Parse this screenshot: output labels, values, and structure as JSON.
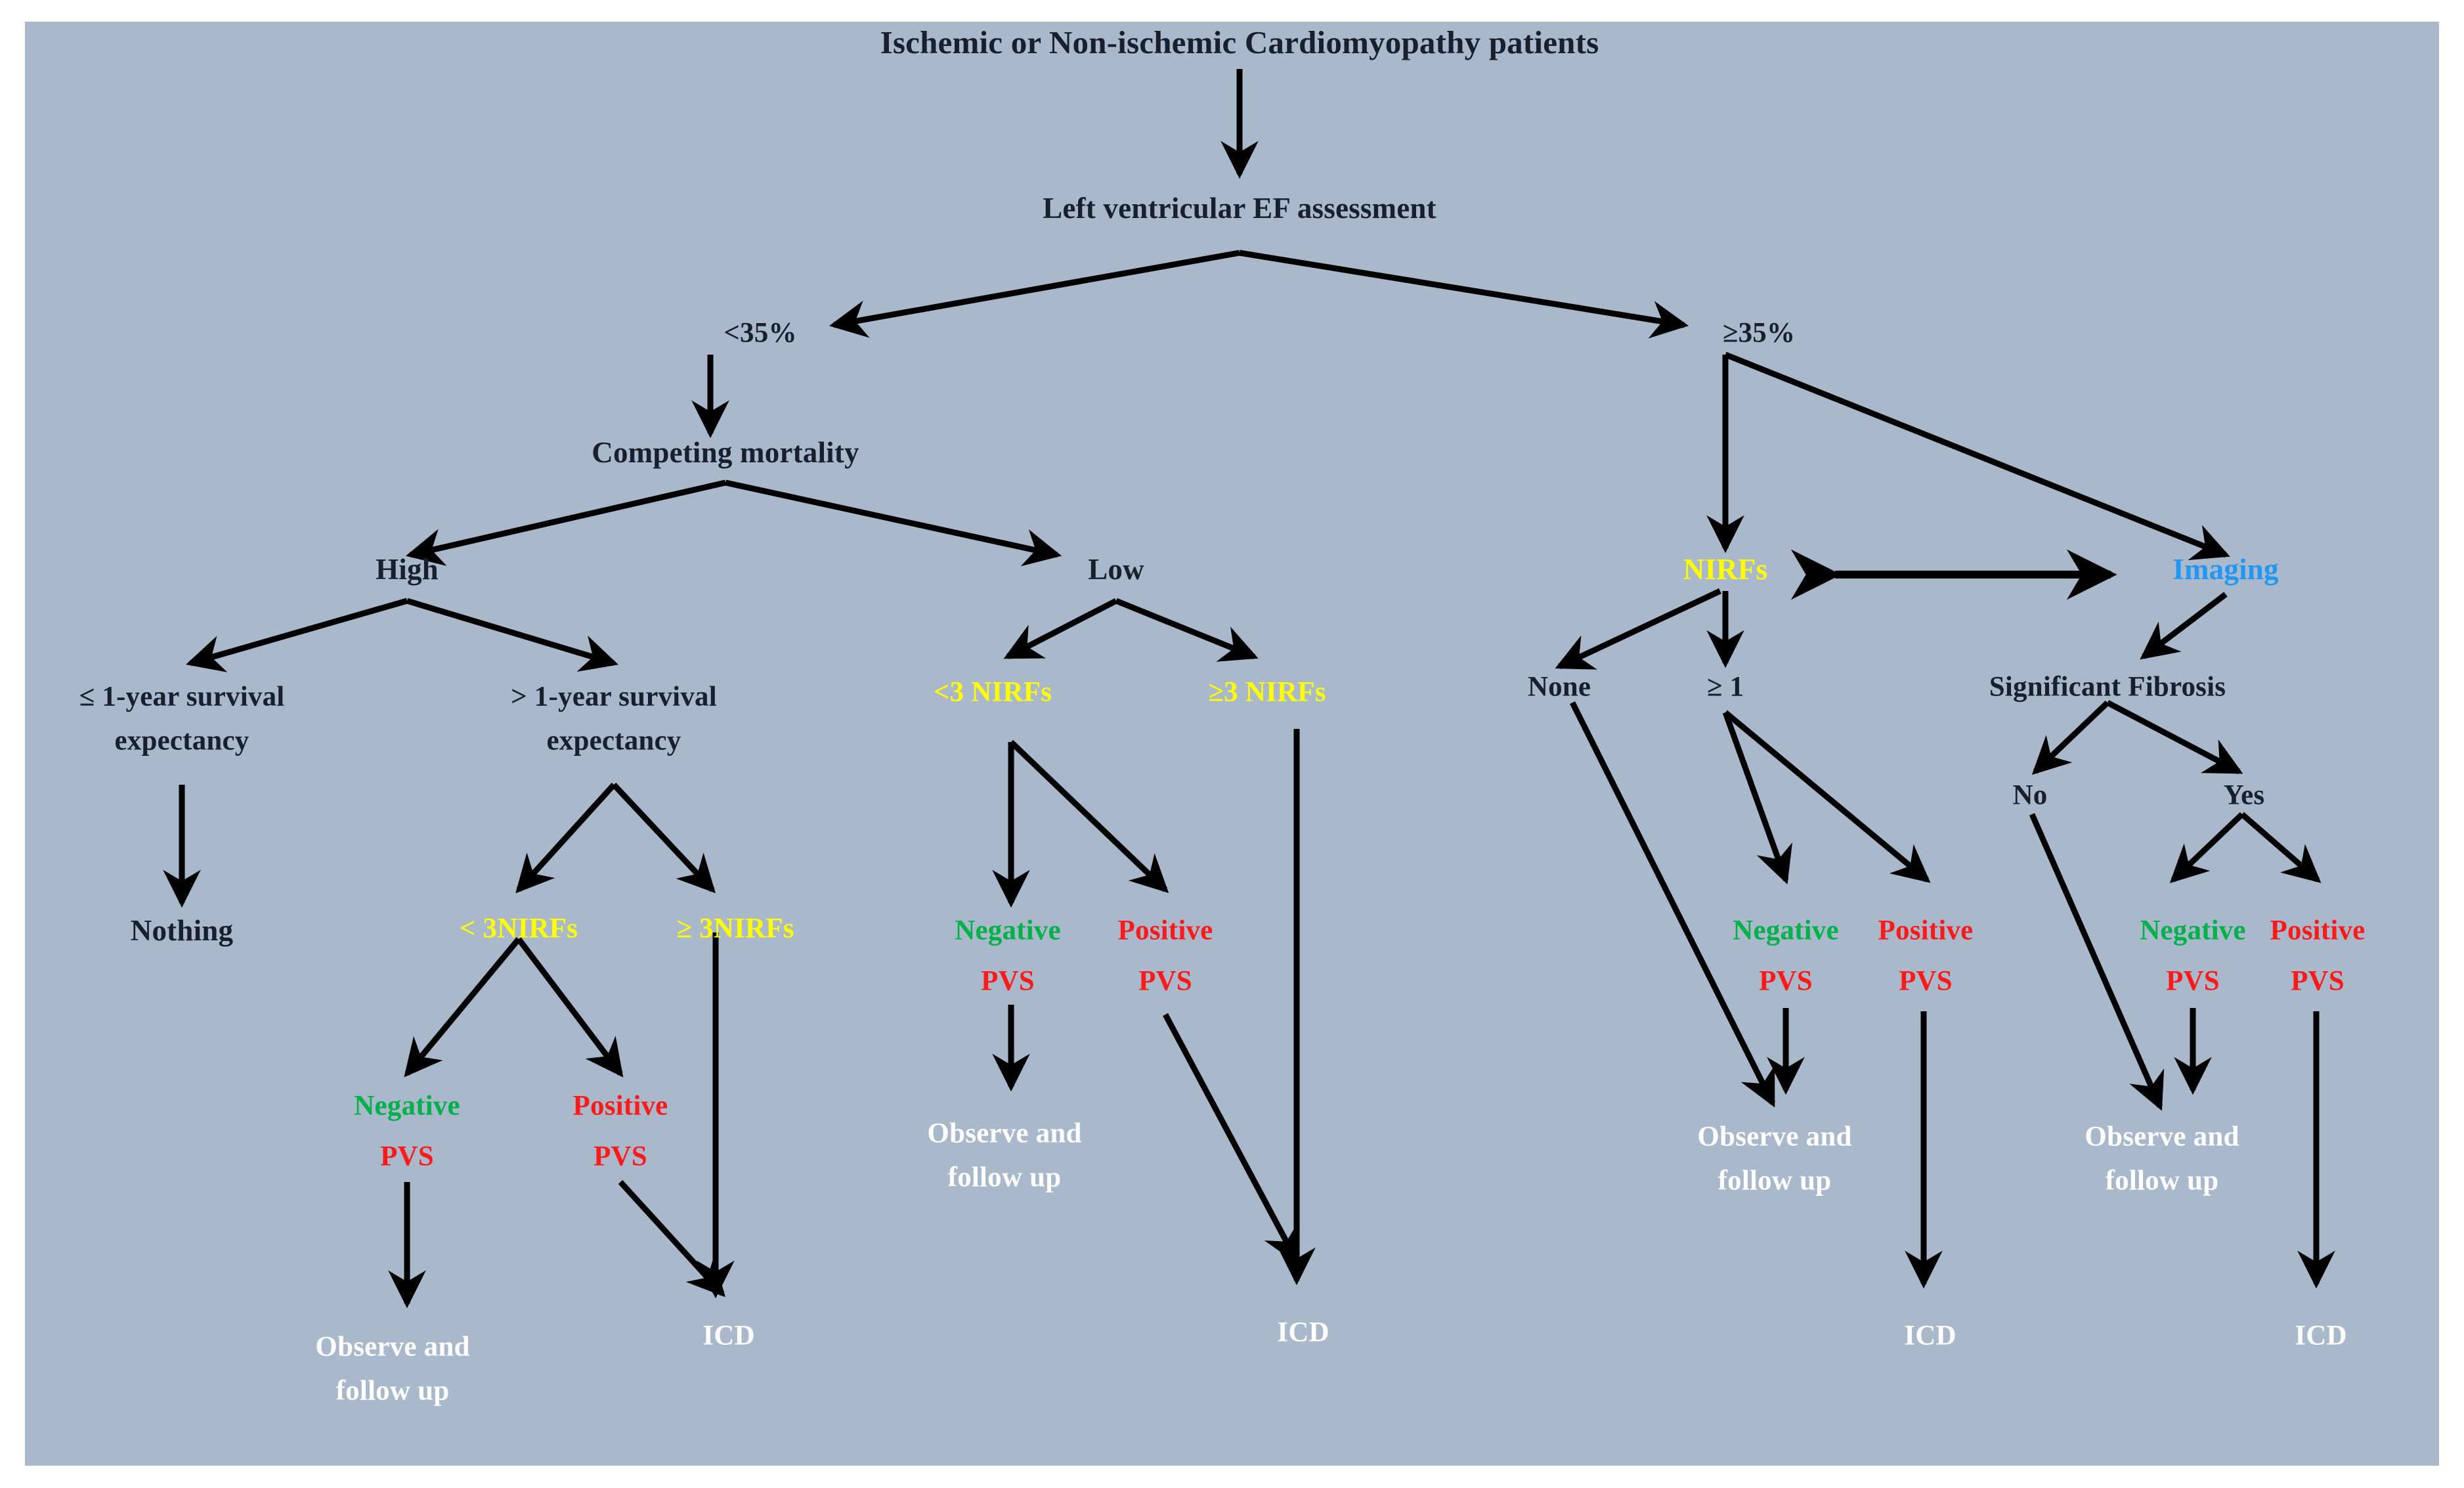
{
  "figure": {
    "type": "flowchart",
    "background_color": "#a9b8cb",
    "border_color": "#ffffff",
    "colors": {
      "dark_text": "#18202e",
      "yellow": "#ffff00",
      "cyan": "#2196f3",
      "green": "#00b14a",
      "red": "#ff1a1a",
      "white": "#ffffff",
      "arrow": "#000000"
    }
  },
  "nodes": {
    "root": "Ischemic or Non-ischemic Cardiomyopathy patients",
    "ef_assessment": "Left ventricular EF assessment",
    "ef_low": "<35%",
    "ef_high": "≥35%",
    "competing_mortality": "Competing mortality",
    "mortality_high": "High",
    "mortality_low": "Low",
    "survival_le1": "≤ 1-year survival\nexpectancy",
    "survival_gt1": "> 1-year survival\nexpectancy",
    "nothing": "Nothing",
    "high_lt3nirfs": "< 3NIRFs",
    "high_ge3nirfs": "≥ 3NIRFs",
    "high_negative": "Negative",
    "high_negative_pvs": "PVS",
    "high_positive": "Positive",
    "high_positive_pvs": "PVS",
    "high_observe": "Observe and\nfollow up",
    "high_icd": "ICD",
    "low_lt3nirfs": "<3 NIRFs",
    "low_ge3nirfs": "≥3 NIRFs",
    "low_negative": "Negative",
    "low_negative_pvs": "PVS",
    "low_positive": "Positive",
    "low_positive_pvs": "PVS",
    "low_observe": "Observe and\nfollow up",
    "low_icd": "ICD",
    "nirfs": "NIRFs",
    "imaging": "Imaging",
    "nirfs_none": "None",
    "nirfs_ge1": "≥ 1",
    "nirfs_negative": "Negative",
    "nirfs_negative_pvs": "PVS",
    "nirfs_positive": "Positive",
    "nirfs_positive_pvs": "PVS",
    "nirfs_observe": "Observe and\nfollow up",
    "nirfs_icd": "ICD",
    "significant_fibrosis": "Significant Fibrosis",
    "fibrosis_no": "No",
    "fibrosis_yes": "Yes",
    "fib_negative": "Negative",
    "fib_negative_pvs": "PVS",
    "fib_positive": "Positive",
    "fib_positive_pvs": "PVS",
    "fib_observe": "Observe and\nfollow up",
    "fib_icd": "ICD"
  }
}
